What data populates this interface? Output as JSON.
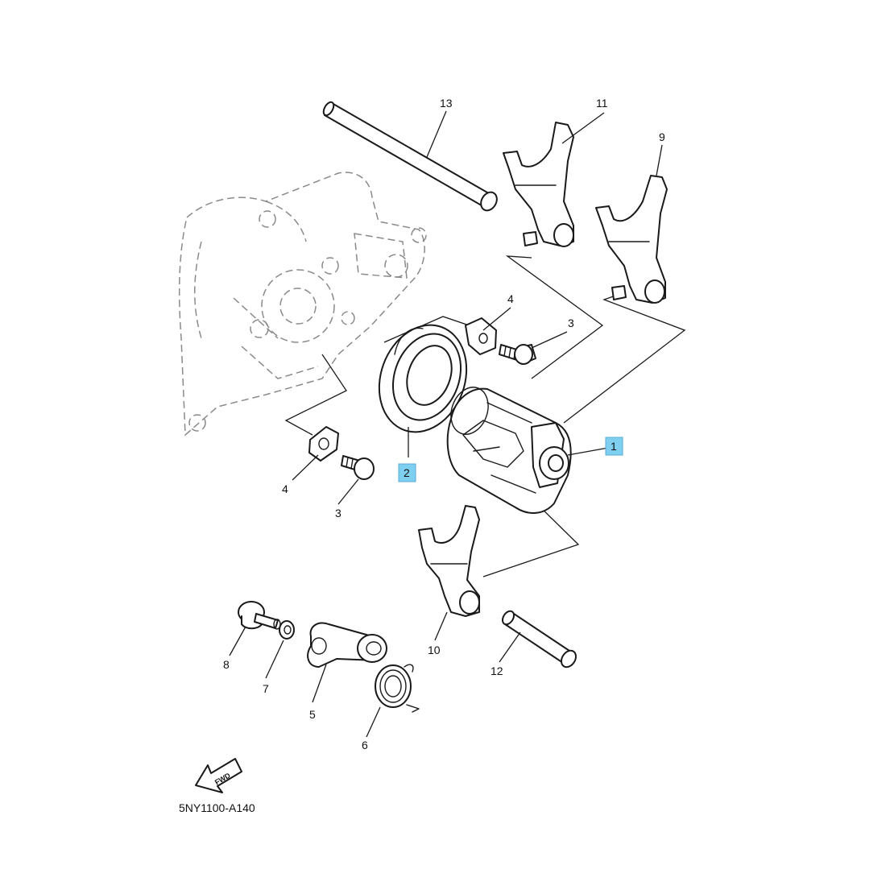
{
  "diagram": {
    "code": "5NY1100-A140",
    "fwd_label": "FWD",
    "highlight_color": "#7fd0f0",
    "callouts": [
      {
        "id": "c1",
        "label": "1",
        "highlighted": true
      },
      {
        "id": "c2",
        "label": "2",
        "highlighted": true
      },
      {
        "id": "c3a",
        "label": "3",
        "highlighted": false
      },
      {
        "id": "c3b",
        "label": "3",
        "highlighted": false
      },
      {
        "id": "c4a",
        "label": "4",
        "highlighted": false
      },
      {
        "id": "c4b",
        "label": "4",
        "highlighted": false
      },
      {
        "id": "c5",
        "label": "5",
        "highlighted": false
      },
      {
        "id": "c6",
        "label": "6",
        "highlighted": false
      },
      {
        "id": "c7",
        "label": "7",
        "highlighted": false
      },
      {
        "id": "c8",
        "label": "8",
        "highlighted": false
      },
      {
        "id": "c9",
        "label": "9",
        "highlighted": false
      },
      {
        "id": "c10",
        "label": "10",
        "highlighted": false
      },
      {
        "id": "c11",
        "label": "11",
        "highlighted": false
      },
      {
        "id": "c12",
        "label": "12",
        "highlighted": false
      },
      {
        "id": "c13",
        "label": "13",
        "highlighted": false
      }
    ]
  }
}
